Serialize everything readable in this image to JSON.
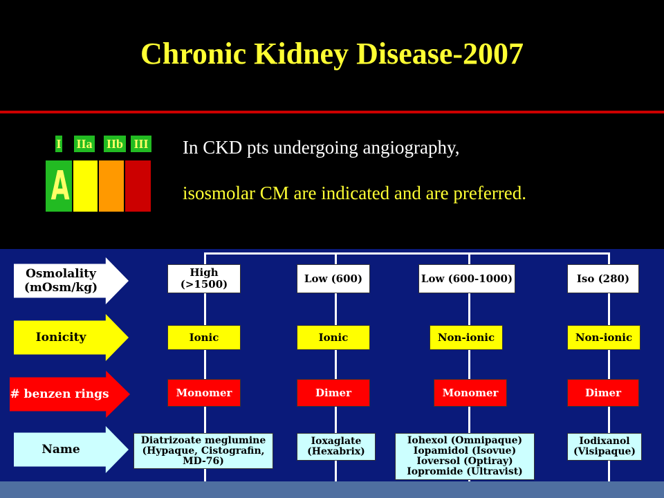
{
  "title": "Chronic Kidney Disease-2007",
  "evidence": {
    "classes": [
      "I",
      "IIa",
      "IIb",
      "III"
    ],
    "level": "A",
    "colors": {
      "class_bg": "#22bb22",
      "green": "#22bb22",
      "yellow": "#ffff00",
      "orange": "#ff9900",
      "red": "#cc0000"
    }
  },
  "statement": {
    "line1": "In CKD pts undergoing angiography,",
    "line2": "isosmolar CM are indicated and are preferred."
  },
  "diagram": {
    "row_labels": {
      "osmolality": "Osmolality (mOsm/kg)",
      "ionicity": "Ionicity",
      "rings": "# benzen rings",
      "name": "Name"
    },
    "columns": [
      {
        "osmolality": "High (>1500)",
        "ionicity": "Ionic",
        "rings": "Monomer",
        "name": "Diatrizoate meglumine (Hypaque, Cistografin, MD-76)"
      },
      {
        "osmolality": "Low (600)",
        "ionicity": "Ionic",
        "rings": "Dimer",
        "name": "Ioxaglate (Hexabrix)"
      },
      {
        "osmolality": "Low (600-1000)",
        "ionicity": "Non-ionic",
        "rings": "Monomer",
        "name": "Iohexol (Omnipaque) Iopamidol (Isovue) Ioversol (Optiray) Iopromide (Ultravist)"
      },
      {
        "osmolality": "Iso (280)",
        "ionicity": "Non-ionic",
        "rings": "Dimer",
        "name": "Iodixanol (Visipaque)"
      }
    ]
  }
}
